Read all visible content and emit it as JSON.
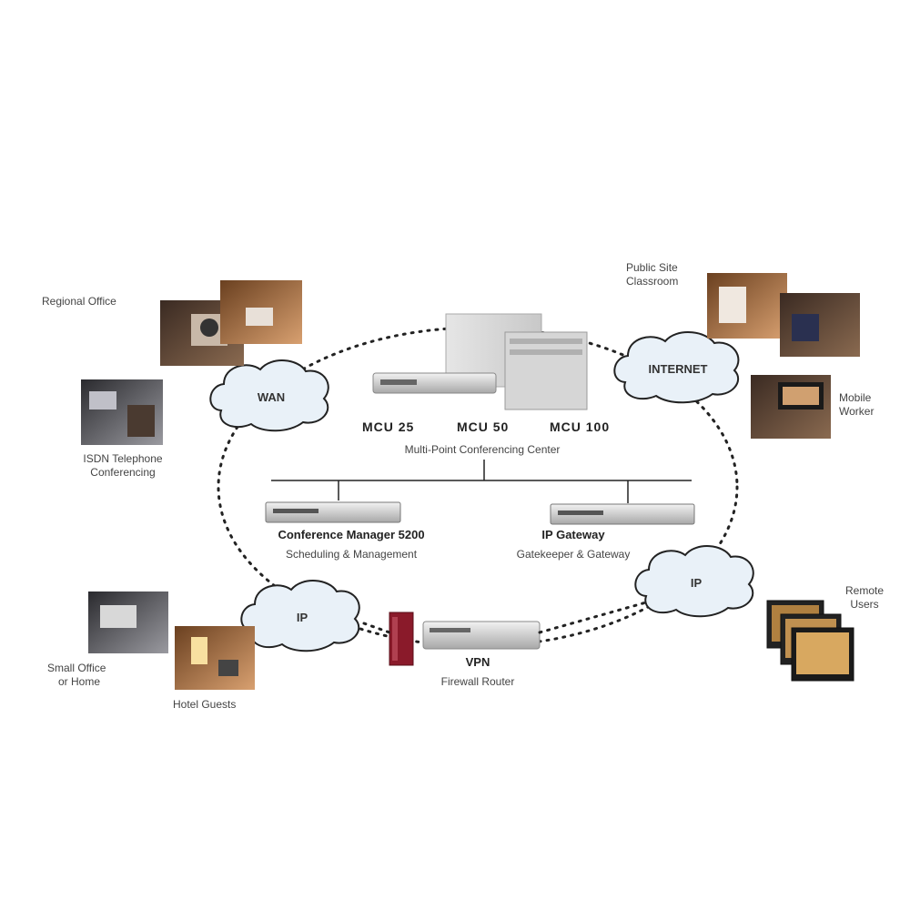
{
  "nodes": {
    "branch_office": {
      "label": "Regional Office"
    },
    "isdn_conf": {
      "line1": "ISDN Telephone",
      "line2": "Conferencing"
    },
    "home_office": {
      "line1": "Small Office",
      "line2": "or Home"
    },
    "hotel": {
      "label": "Hotel Guests"
    },
    "public_site": {
      "line1": "Public Site",
      "line2": "Classroom"
    },
    "mobile": {
      "line1": "Mobile",
      "line2": "Worker"
    },
    "remote_users": {
      "line1": "Remote",
      "line2": "Users"
    }
  },
  "clouds": {
    "top_left": "WAN",
    "top_right": "INTERNET",
    "bottom_left": "IP",
    "bottom_right": "IP"
  },
  "central": {
    "units": [
      "MCU 25",
      "MCU 50",
      "MCU 100"
    ],
    "caption": "Multi-Point Conferencing Center",
    "left_device": {
      "name": "Conference Manager 5200",
      "caption": "Scheduling & Management"
    },
    "right_device": {
      "name": "IP Gateway",
      "caption": "Gatekeeper & Gateway"
    }
  },
  "bottom_device": {
    "name": "VPN",
    "caption": "Firewall Router"
  },
  "colors": {
    "cloud_fill": "#e9f1f8",
    "line": "#222222",
    "rack": "#b8b8b8",
    "firewall": "#8a1a2a"
  }
}
